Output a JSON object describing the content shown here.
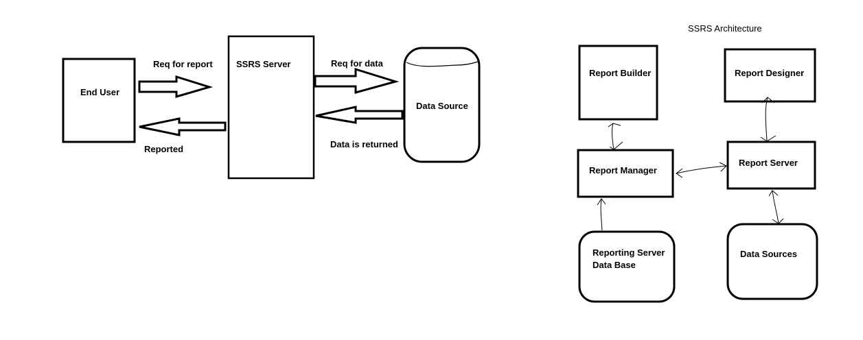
{
  "colors": {
    "stroke": "#000000",
    "background": "#ffffff"
  },
  "left_diagram": {
    "end_user": "End User",
    "ssrs_server": "SSRS Server",
    "data_source": "Data Source",
    "req_for_report": "Req for report",
    "reported": "Reported",
    "req_for_data": "Req for data",
    "data_is_returned": "Data is returned"
  },
  "right_diagram": {
    "title": "SSRS Architecture",
    "report_builder": "Report Builder",
    "report_designer": "Report Designer",
    "report_manager": "Report Manager",
    "report_server": "Report Server",
    "reporting_server_db_line1": "Reporting Server",
    "reporting_server_db_line2": "Data Base",
    "data_sources": "Data Sources"
  }
}
